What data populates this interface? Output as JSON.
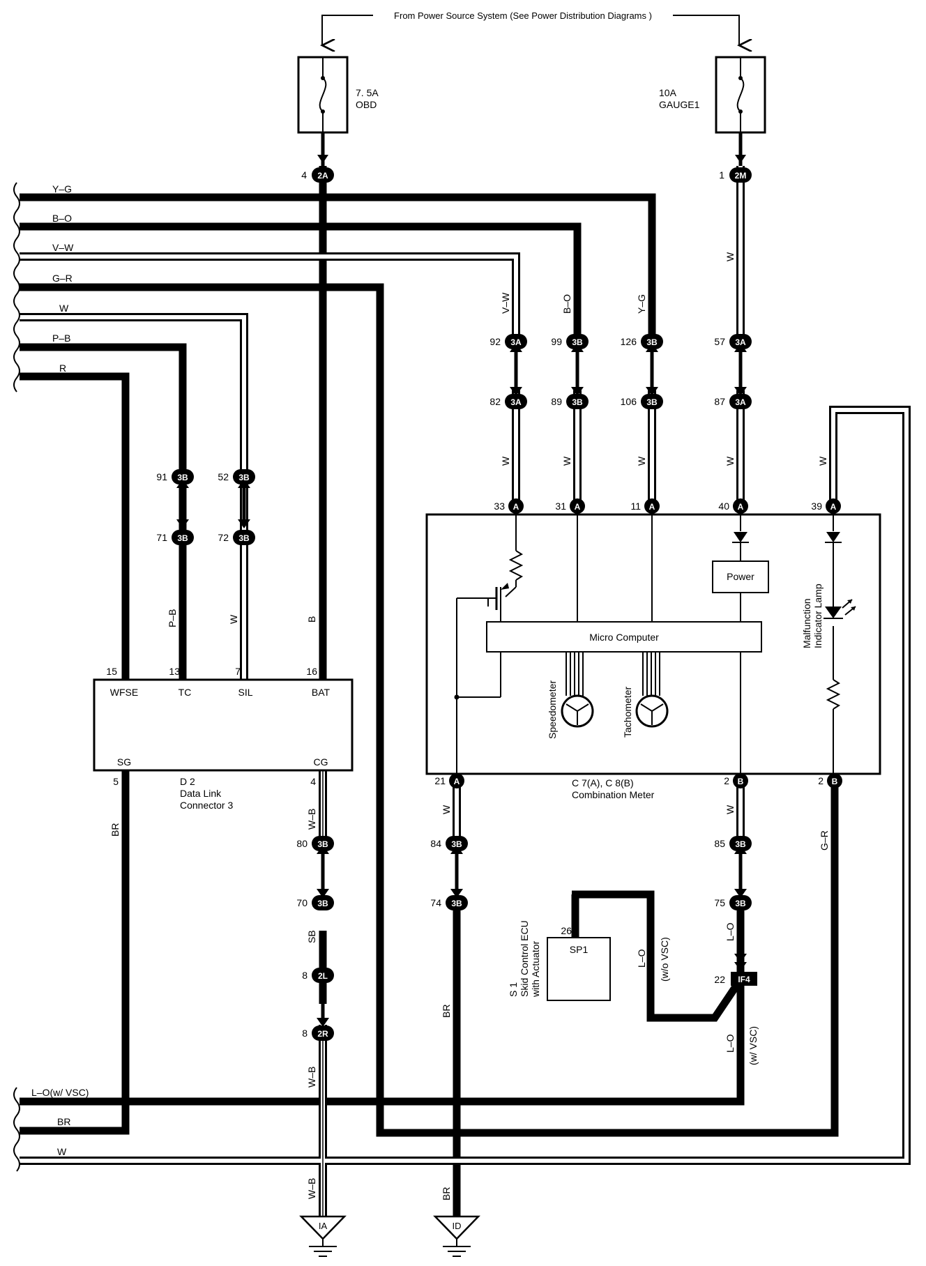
{
  "header": {
    "source": "From Power Source System (See Power Distribution Diagrams )"
  },
  "fuses": {
    "obd": {
      "rating": "7. 5A",
      "name": "OBD"
    },
    "gauge": {
      "rating": "10A",
      "name": "GAUGE1"
    }
  },
  "top_connectors": {
    "obd": {
      "pin": "4",
      "id": "2A"
    },
    "gauge": {
      "pin": "1",
      "id": "2M"
    }
  },
  "left_wires": [
    "Y–G",
    "B–O",
    "V–W",
    "G–R",
    "W",
    "P–B",
    "R"
  ],
  "bottom_left_wires": [
    "L–O(w/ VSC)",
    "BR",
    "W"
  ],
  "vertical_wire_labels": {
    "vw": "V–W",
    "bo": "B–O",
    "yg": "Y–G",
    "w_gauge": "W",
    "pb": "P–B",
    "w_sil": "W",
    "b_bat": "B",
    "w_a33": "W",
    "w_a31": "W",
    "w_a11": "W",
    "w_a40": "W",
    "w_a39": "W",
    "br_sg": "BR",
    "wb_cg": "W–B",
    "sb": "SB",
    "wb_2r": "W–B",
    "wb_gnd": "W–B",
    "w_a21": "W",
    "br_74": "BR",
    "br_gnd": "BR",
    "w_b2": "W",
    "gr_b2": "G–R",
    "lo_75": "L–O",
    "lo_ecu": "L–O",
    "wo_vsc": "(w/o VSC)",
    "lo_if4": "L–O",
    "w_vsc": "(w/ VSC)"
  },
  "junction_connectors": [
    {
      "key": "c92",
      "pin": "92",
      "id": "3A"
    },
    {
      "key": "c99",
      "pin": "99",
      "id": "3B"
    },
    {
      "key": "c126",
      "pin": "126",
      "id": "3B"
    },
    {
      "key": "c57",
      "pin": "57",
      "id": "3A"
    },
    {
      "key": "c82",
      "pin": "82",
      "id": "3A"
    },
    {
      "key": "c89",
      "pin": "89",
      "id": "3B"
    },
    {
      "key": "c106",
      "pin": "106",
      "id": "3B"
    },
    {
      "key": "c87",
      "pin": "87",
      "id": "3A"
    },
    {
      "key": "c91",
      "pin": "91",
      "id": "3B"
    },
    {
      "key": "c52",
      "pin": "52",
      "id": "3B"
    },
    {
      "key": "c71",
      "pin": "71",
      "id": "3B"
    },
    {
      "key": "c72",
      "pin": "72",
      "id": "3B"
    },
    {
      "key": "c80",
      "pin": "80",
      "id": "3B"
    },
    {
      "key": "c70",
      "pin": "70",
      "id": "3B"
    },
    {
      "key": "c2l",
      "pin": "8",
      "id": "2L"
    },
    {
      "key": "c2r",
      "pin": "8",
      "id": "2R"
    },
    {
      "key": "c84",
      "pin": "84",
      "id": "3B"
    },
    {
      "key": "c74",
      "pin": "74",
      "id": "3B"
    },
    {
      "key": "c85",
      "pin": "85",
      "id": "3B"
    },
    {
      "key": "c75",
      "pin": "75",
      "id": "3B"
    }
  ],
  "meter_pins_top": [
    {
      "pin": "33",
      "id": "A"
    },
    {
      "pin": "31",
      "id": "A"
    },
    {
      "pin": "11",
      "id": "A"
    },
    {
      "pin": "40",
      "id": "A"
    },
    {
      "pin": "39",
      "id": "A"
    }
  ],
  "meter_pins_bottom": [
    {
      "pin": "21",
      "id": "A"
    },
    {
      "pin": "2",
      "id": "B"
    },
    {
      "pin": "2",
      "id": "B"
    }
  ],
  "combination_meter": {
    "power": "Power",
    "micro": "Micro Computer",
    "speedometer": "Speedometer",
    "tachometer": "Tachometer",
    "mil_line1": "Malfunction",
    "mil_line2": "Indicator Lamp",
    "name_line1": "C 7(A), C 8(B)",
    "name_line2": "Combination Meter"
  },
  "dlc": {
    "pins_top": [
      "15",
      "13",
      "7",
      "16"
    ],
    "labels_top": [
      "WFSE",
      "TC",
      "SIL",
      "BAT"
    ],
    "labels_bottom": [
      "SG",
      "CG"
    ],
    "pins_bottom": [
      "5",
      "4"
    ],
    "name_line1": "D 2",
    "name_line2": "Data Link",
    "name_line3": "Connector 3"
  },
  "skid_ecu": {
    "pin": "26",
    "label": "SP1",
    "name_line1": "S 1",
    "name_line2": "Skid Control ECU",
    "name_line3": "with Actuator"
  },
  "if4": {
    "pin": "22",
    "id": "IF4"
  },
  "grounds": {
    "ia": "IA",
    "id": "ID"
  }
}
